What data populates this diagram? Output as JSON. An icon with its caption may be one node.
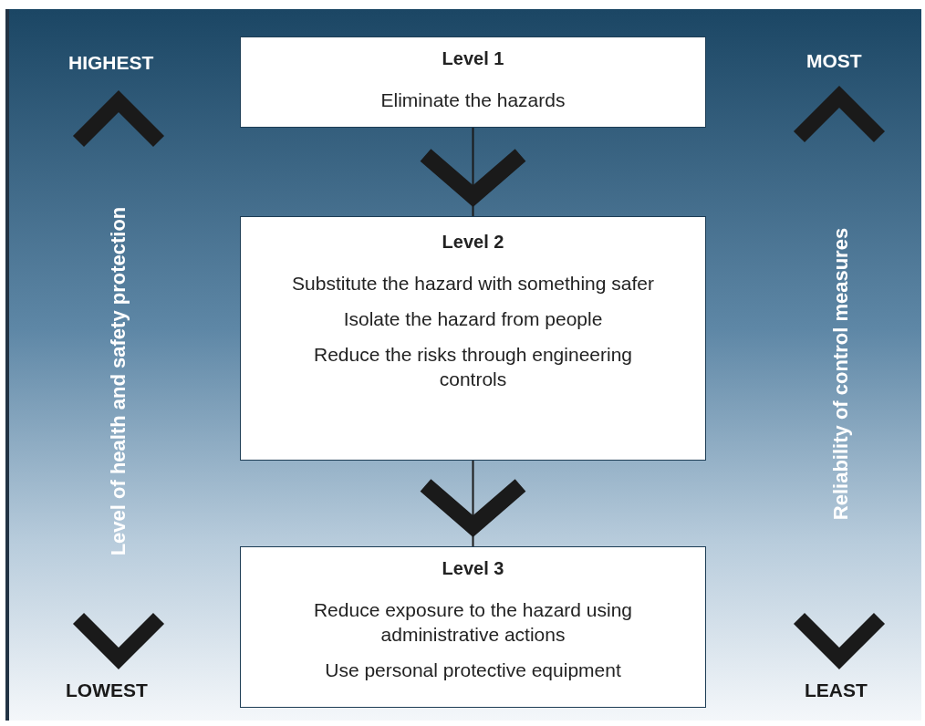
{
  "diagram": {
    "nodes": [
      {
        "text": [
          "Level 1",
          "Eliminate the hazards"
        ]
      },
      {
        "text": [
          "Level 2",
          "Substitute the hazard with something safer",
          "Isolate the hazard from people",
          "Reduce the risks through engineering controls"
        ]
      },
      {
        "text": [
          "Level 3",
          "Reduce exposure to the hazard using administrative actions",
          "Use personal protective equipment"
        ]
      }
    ],
    "edges": [
      {
        "from": 0,
        "to": 1,
        "arrow": "to"
      },
      {
        "from": 1,
        "to": 2,
        "arrow": "to"
      }
    ],
    "labels": [
      "HIGHEST",
      "MOST",
      "Level of health and safety protection",
      "Reliability of control measures",
      "LOWEST",
      "LEAST"
    ]
  }
}
